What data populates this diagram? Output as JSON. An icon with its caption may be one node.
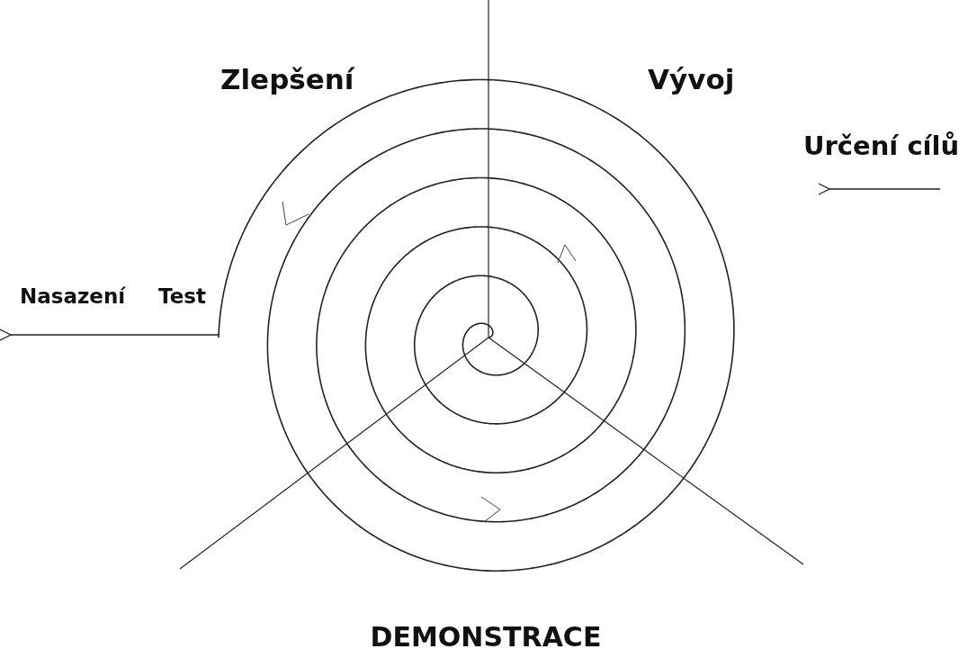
{
  "diagram": {
    "labels": [
      "Zlepšení",
      "Vývoj",
      "Určení cílů",
      "Nasazení",
      "Test",
      "DEMONSTRACE"
    ]
  }
}
